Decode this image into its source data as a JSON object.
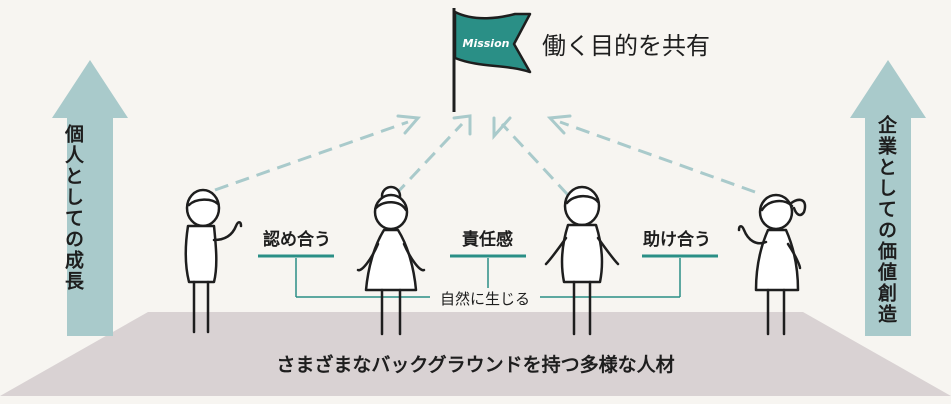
{
  "mission": {
    "flag_text": "Mission",
    "title": "働く目的を共有"
  },
  "left_arrow_label": "個人としての成長",
  "right_arrow_label": "企業としての価値創造",
  "values": {
    "left": "認め合う",
    "center": "責任感",
    "right": "助け合う"
  },
  "bracket_label": "自然に生じる",
  "ground_label": "さまざまなバックグラウンドを持つ多様な人材",
  "colors": {
    "background": "#f7f5f1",
    "arrow": "#a9cacb",
    "teal": "#2a8f86",
    "ground": "#d9d2d3",
    "stroke": "#1e1e1e"
  }
}
